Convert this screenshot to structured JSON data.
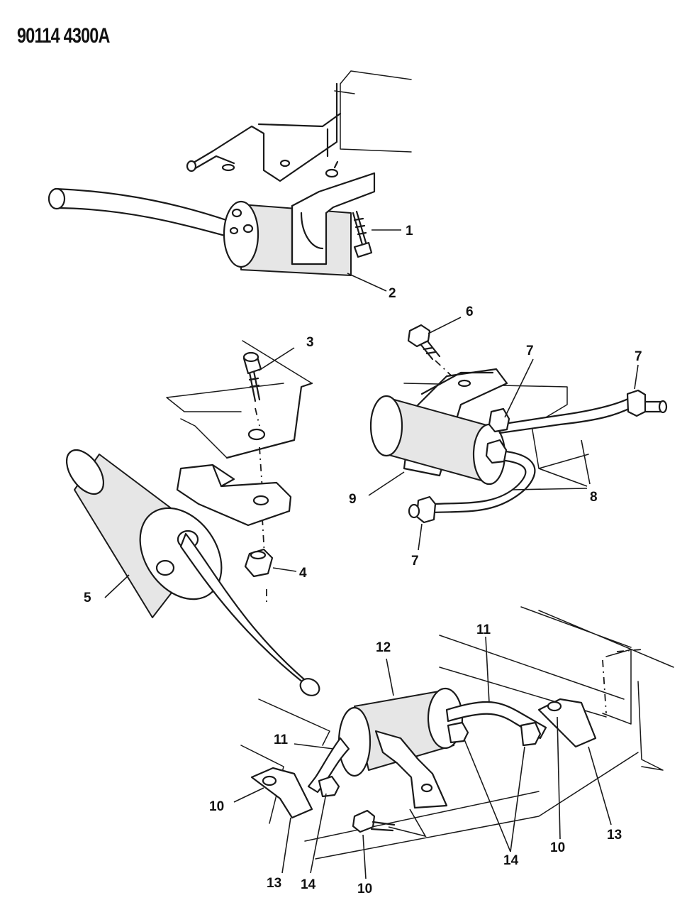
{
  "header": {
    "diagram_code": "90114 4300A"
  },
  "callouts": [
    {
      "key": "c1a",
      "label": "1"
    },
    {
      "key": "c2a",
      "label": "2"
    },
    {
      "key": "c3a",
      "label": "3"
    },
    {
      "key": "c4a",
      "label": "4"
    },
    {
      "key": "c5a",
      "label": "5"
    },
    {
      "key": "c6a",
      "label": "6"
    },
    {
      "key": "c7a",
      "label": "7"
    },
    {
      "key": "c7b",
      "label": "7"
    },
    {
      "key": "c7c",
      "label": "7"
    },
    {
      "key": "c8a",
      "label": "8"
    },
    {
      "key": "c9a",
      "label": "9"
    },
    {
      "key": "c10a",
      "label": "10"
    },
    {
      "key": "c10b",
      "label": "10"
    },
    {
      "key": "c10c",
      "label": "10"
    },
    {
      "key": "c11a",
      "label": "11"
    },
    {
      "key": "c11b",
      "label": "11"
    },
    {
      "key": "c12a",
      "label": "12"
    },
    {
      "key": "c13a",
      "label": "13"
    },
    {
      "key": "c13b",
      "label": "13"
    },
    {
      "key": "c14a",
      "label": "14"
    },
    {
      "key": "c14b",
      "label": "14"
    }
  ]
}
